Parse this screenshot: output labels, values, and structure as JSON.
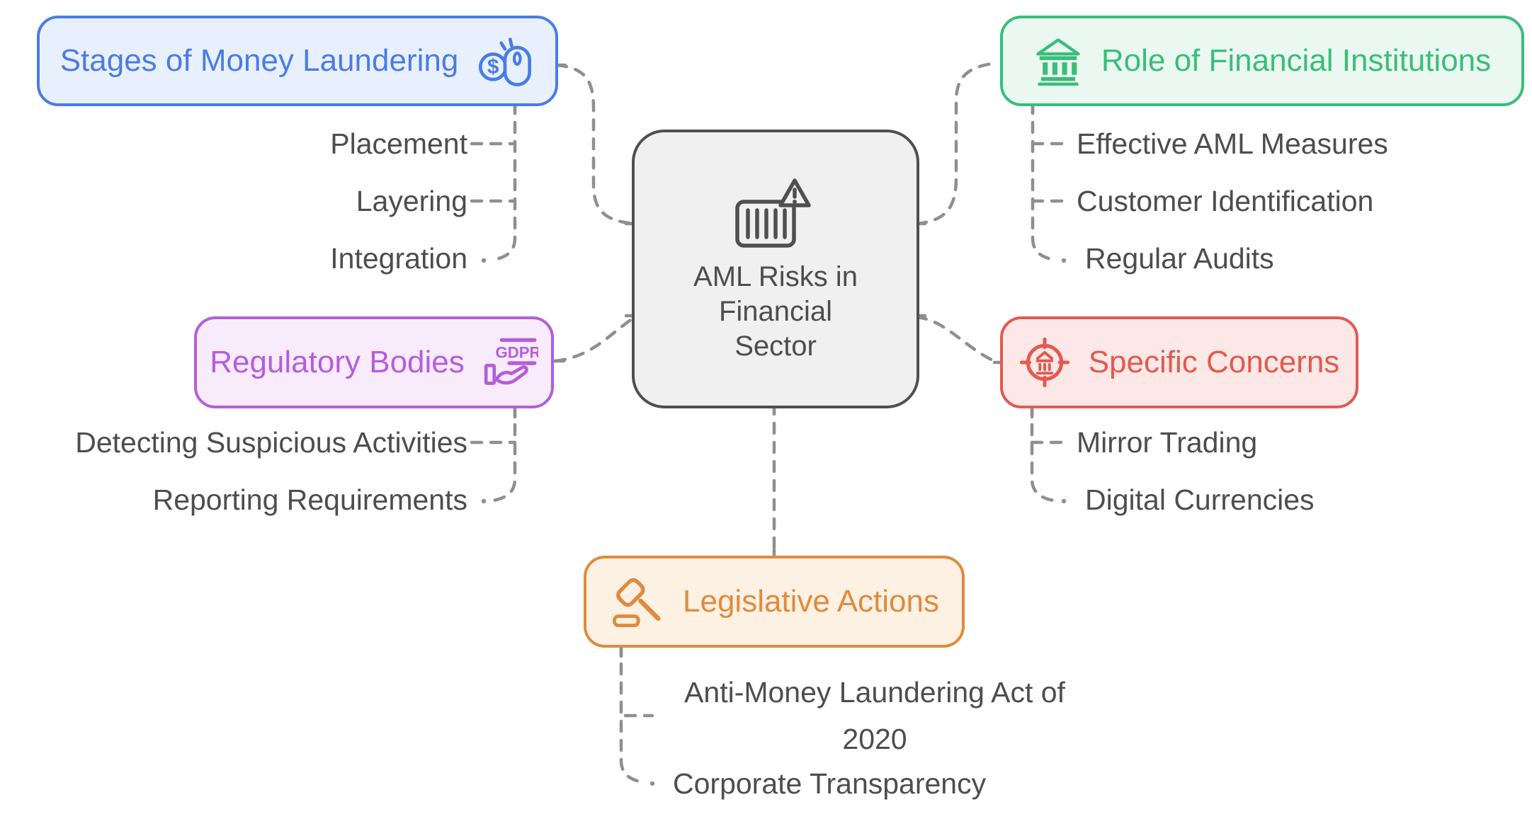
{
  "palette": {
    "background": "#ffffff",
    "connector": "#8f8f8f",
    "child_text": "#4d4d4d"
  },
  "center": {
    "lines": [
      "AML Risks in",
      "Financial",
      "Sector"
    ],
    "icon": "invoice-warning-icon",
    "border_color": "#4f4f4f",
    "bg": "#f0f0f0",
    "text_color": "#4d4d4d"
  },
  "branches": [
    {
      "label": "Stages of Money Laundering",
      "icon": "money-click-icon",
      "icon_text": "$",
      "color": "#4b7ce5",
      "bg": "#e9f0fd",
      "children": [
        "Placement",
        "Layering",
        "Integration"
      ]
    },
    {
      "label": "Role of Financial Institutions",
      "icon": "bank-icon",
      "color": "#3abd7a",
      "bg": "#eaf8f1",
      "children": [
        "Effective AML Measures",
        "Customer Identification",
        "Regular Audits"
      ]
    },
    {
      "label": "Regulatory Bodies",
      "icon": "gdpr-hand-icon",
      "icon_text": "GDPR",
      "color": "#b55ed9",
      "bg": "#f8ebfc",
      "children": [
        "Detecting Suspicious Activities",
        "Reporting Requirements"
      ]
    },
    {
      "label": "Specific Concerns",
      "icon": "target-bank-icon",
      "color": "#e25a50",
      "bg": "#fce8e6",
      "children": [
        "Mirror Trading",
        "Digital Currencies"
      ]
    },
    {
      "label": "Legislative Actions",
      "icon": "gavel-icon",
      "color": "#df8b3e",
      "bg": "#fdf1e3",
      "children": [
        "Anti-Money Laundering Act of 2020",
        "Corporate Transparency"
      ]
    }
  ]
}
